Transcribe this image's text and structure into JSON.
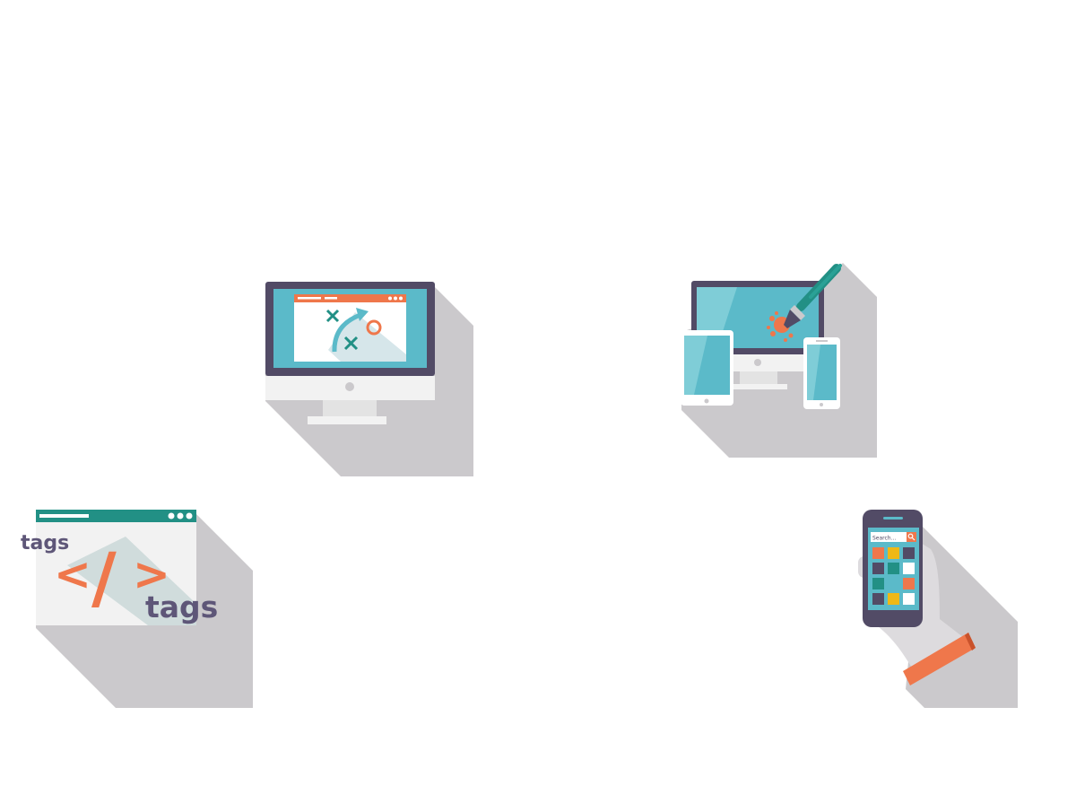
{
  "colors": {
    "shadow": "#cbc9cc",
    "bezel": "#524b66",
    "screen": "#5bbac9",
    "screen_light": "#7fcdd7",
    "teal": "#229085",
    "orange": "#ef774b",
    "yellow": "#efb816",
    "white": "#ffffff",
    "off_white": "#f2f2f2",
    "stand": "#e3e3e3",
    "code_text": "#5e5678"
  },
  "icons": [
    {
      "name": "strategy-monitor-icon"
    },
    {
      "name": "responsive-design-icon"
    },
    {
      "name": "code-window-icon"
    },
    {
      "name": "mobile-app-hand-icon"
    }
  ],
  "code_window": {
    "tag_top": "tags",
    "tag_bottom": "tags",
    "open_bracket": "<",
    "slash": "/",
    "close_bracket": ">"
  },
  "phone": {
    "search_placeholder": "Search..."
  }
}
